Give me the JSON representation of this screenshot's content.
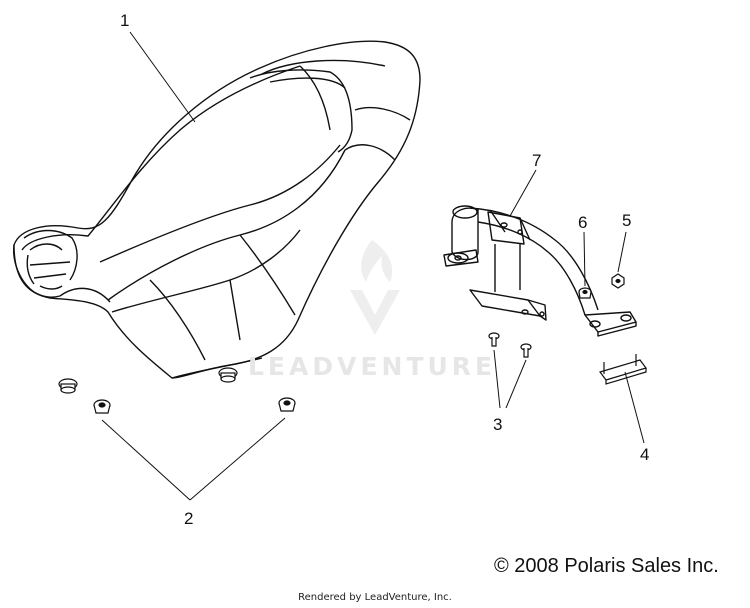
{
  "callouts": {
    "c1": "1",
    "c2": "2",
    "c3": "3",
    "c4": "4",
    "c5": "5",
    "c6": "6",
    "c7": "7"
  },
  "watermark": "LEADVENTURE",
  "copyright": "© 2008 Polaris Sales Inc.",
  "rendered_by": "Rendered by LeadVenture, Inc."
}
